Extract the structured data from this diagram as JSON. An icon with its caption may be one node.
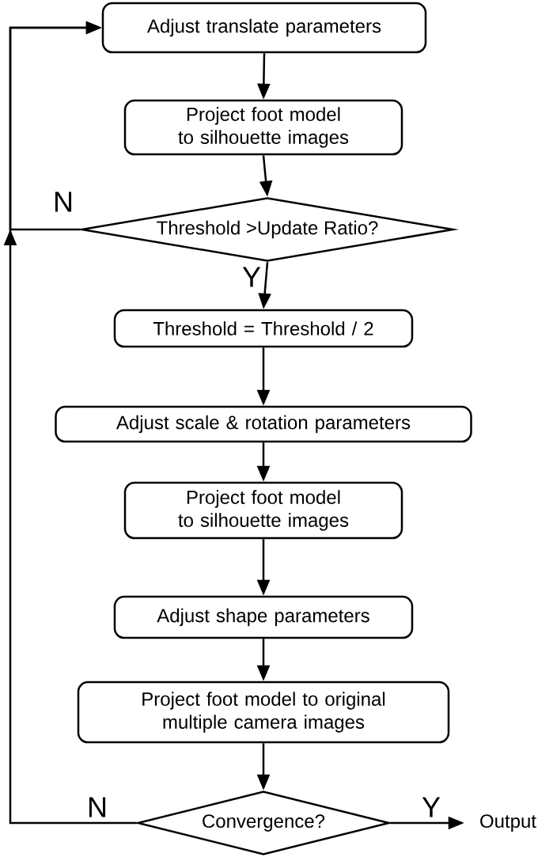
{
  "diagram": {
    "nodes": [
      {
        "text": [
          "Adjust translate parameters"
        ]
      },
      {
        "text": [
          "Project foot model to silhouette images"
        ]
      },
      {
        "text": [
          "Threshold >Update Ratio?"
        ]
      },
      {
        "text": [
          "Threshold = Threshold / 2"
        ]
      },
      {
        "text": [
          "Adjust scale & rotation parameters"
        ]
      },
      {
        "text": [
          "Project foot model to silhouette images"
        ]
      },
      {
        "text": [
          "Adjust shape parameters"
        ]
      },
      {
        "text": [
          "Project foot model to original multiple camera images"
        ]
      },
      {
        "text": [
          "Convergence?"
        ]
      },
      {
        "text": [
          "Output"
        ]
      }
    ],
    "edges": [
      {
        "from": 0,
        "to": 1,
        "arrow": "to"
      },
      {
        "from": 1,
        "to": 2,
        "arrow": "to"
      },
      {
        "from": 2,
        "to": 3,
        "arrow": "to",
        "label": "Y"
      },
      {
        "from": 3,
        "to": 4,
        "arrow": "to"
      },
      {
        "from": 4,
        "to": 5,
        "arrow": "to"
      },
      {
        "from": 5,
        "to": 6,
        "arrow": "to"
      },
      {
        "from": 6,
        "to": 7,
        "arrow": "to"
      },
      {
        "from": 7,
        "to": 8,
        "arrow": "to"
      },
      {
        "from": 8,
        "to": 9,
        "arrow": "to",
        "label": "Y"
      },
      {
        "from": 8,
        "to": 0,
        "arrow": "to",
        "label": "N"
      },
      {
        "from": 2,
        "to": 0,
        "arrow": "to",
        "label": "N"
      }
    ]
  }
}
